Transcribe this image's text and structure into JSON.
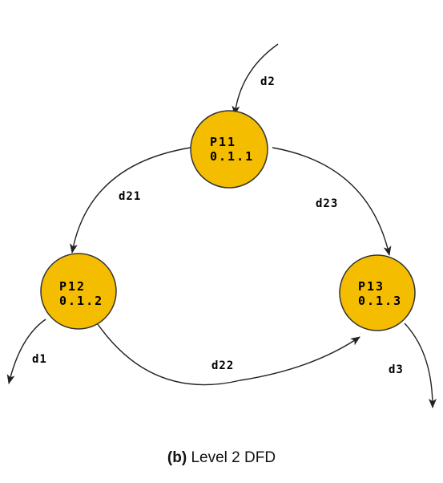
{
  "diagram": {
    "title": "Level 2 DFD",
    "label": "(b)",
    "colors": {
      "process_fill": "#f5bd00",
      "process_stroke": "#333333",
      "line": "#222222"
    },
    "processes": [
      {
        "id": "P11",
        "line1": "P11",
        "line2": "0.1.1"
      },
      {
        "id": "P12",
        "line1": "P12",
        "line2": "0.1.2"
      },
      {
        "id": "P13",
        "line1": "P13",
        "line2": "0.1.3"
      }
    ],
    "flows": [
      {
        "id": "d2",
        "label": "d2",
        "from": "external",
        "to": "P11"
      },
      {
        "id": "d21",
        "label": "d21",
        "from": "P11",
        "to": "P12"
      },
      {
        "id": "d23",
        "label": "d23",
        "from": "P11",
        "to": "P13"
      },
      {
        "id": "d22",
        "label": "d22",
        "from": "P12",
        "to": "P13"
      },
      {
        "id": "d1",
        "label": "d1",
        "from": "P12",
        "to": "external"
      },
      {
        "id": "d3",
        "label": "d3",
        "from": "P13",
        "to": "external"
      }
    ]
  }
}
